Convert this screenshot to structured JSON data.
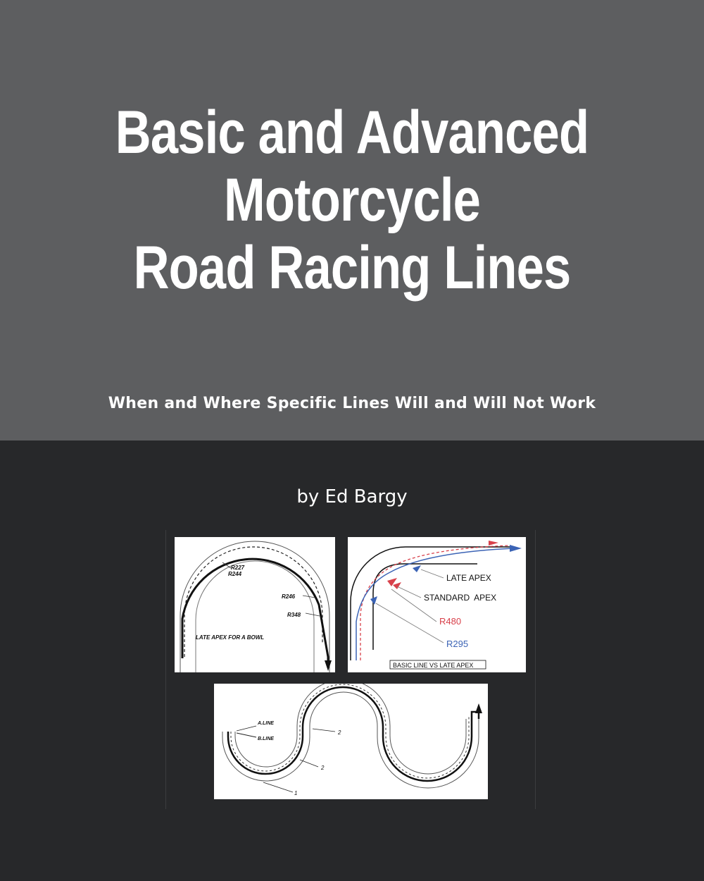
{
  "cover": {
    "title_lines": [
      "Basic and Advanced",
      "Motorcycle",
      "Road Racing Lines"
    ],
    "subtitle": "When and Where Specific Lines Will and Will Not Work",
    "author": "by Ed Bargy"
  },
  "diagrams": {
    "bowl": {
      "labels": {
        "r227": "R227",
        "r244": "R244",
        "r246": "R246",
        "r348": "R348",
        "caption": "LATE APEX FOR A BOWL"
      }
    },
    "apex": {
      "labels": {
        "late_apex": "LATE APEX",
        "standard_apex": "STANDARD  APEX",
        "r480": "R480",
        "r295": "R295",
        "caption": "BASIC LINE VS LATE APEX"
      },
      "colors": {
        "red": "#d8414b",
        "blue": "#3b63b5"
      }
    },
    "esses": {
      "labels": {
        "a_line": "A.LINE",
        "b_line": "B.LINE",
        "n2_top": "2",
        "n2_mid": "2",
        "n1": "1"
      }
    }
  },
  "colors": {
    "top_band": "#5d5e60",
    "bottom_band": "#27282a",
    "text": "#ffffff"
  }
}
